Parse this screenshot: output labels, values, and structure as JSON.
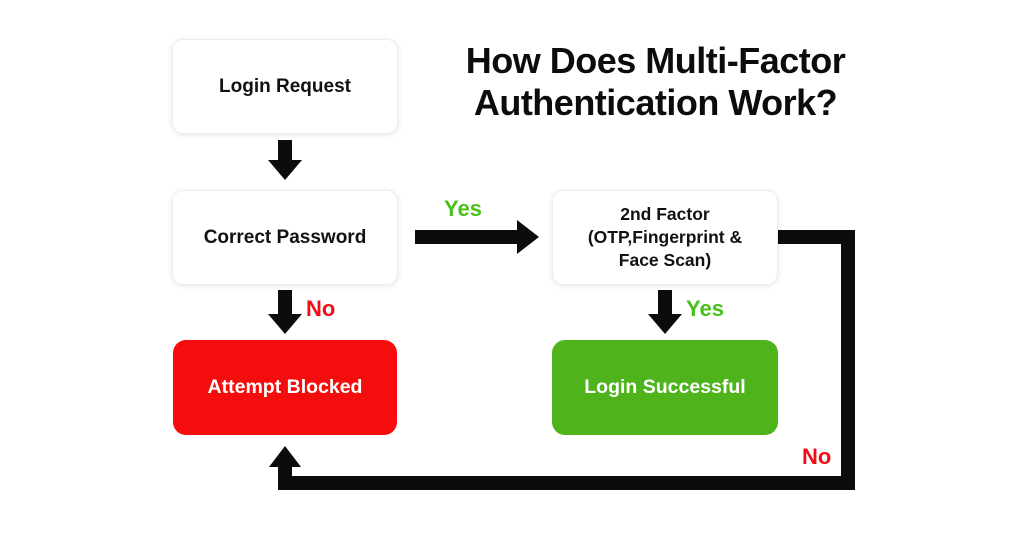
{
  "title": {
    "line1": "How Does Multi-Factor",
    "line2": "Authentication Work?"
  },
  "nodes": {
    "login_request": {
      "label": "Login Request"
    },
    "correct_password": {
      "label": "Correct Password"
    },
    "second_factor": {
      "line1": "2nd Factor",
      "line2": "(OTP,Fingerprint &",
      "line3": "Face Scan)"
    },
    "attempt_blocked": {
      "label": "Attempt Blocked"
    },
    "login_successful": {
      "label": "Login Successful"
    }
  },
  "edges": {
    "password_yes": "Yes",
    "password_no": "No",
    "factor_yes": "Yes",
    "factor_no": "No"
  },
  "colors": {
    "background": "#ffffff",
    "line": "#0c0c0c",
    "node-bg": "#ffffff",
    "node-border": "#ededed",
    "node-text": "#111111",
    "node-text-light": "#ffffff",
    "yes-green": "#47c21a",
    "no-red": "#f20d18",
    "blocked-bg": "#f50d0d",
    "success-bg": "#4fb41c"
  }
}
